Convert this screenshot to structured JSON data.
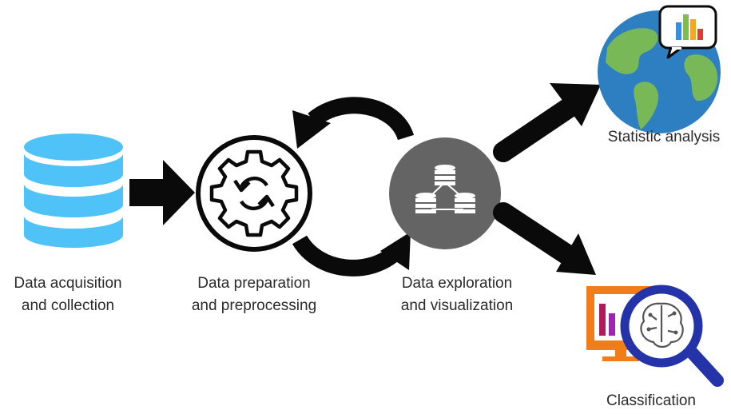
{
  "colors": {
    "database": "#4fc3f7",
    "arrow": "#0a0a0a",
    "exploration_circle": "#646464",
    "globe_ocean": "#2e7fc2",
    "globe_land": "#78b856",
    "monitor": "#f07c1a",
    "magnifier": "#2533a8"
  },
  "icons": {
    "database": "database-icon",
    "preparation": "gear-sync-icon",
    "exploration": "stacked-databases-icon",
    "statistics": "globe-bar-chart-icon",
    "classification": "brain-magnifier-icon"
  },
  "nodes": {
    "acquisition": {
      "line1": "Data acquisition",
      "line2": "and collection"
    },
    "preparation": {
      "line1": "Data preparation",
      "line2": "and preprocessing"
    },
    "exploration": {
      "line1": "Data exploration",
      "line2": "and visualization"
    },
    "statistics": {
      "line1": "Statistic analysis"
    },
    "classification": {
      "line1": "Classification"
    }
  }
}
